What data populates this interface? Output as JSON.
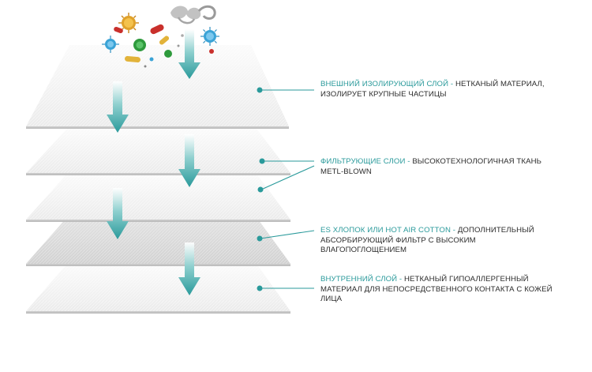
{
  "colors": {
    "accent": "#2a9a9b",
    "text": "#2b2b2b"
  },
  "layers": [
    {
      "term": "ВНЕШНИЙ ИЗОЛИРУЮЩИЙ СЛОЙ",
      "separator": " - ",
      "description": "НЕТКАНЫЙ МАТЕРИАЛ, ИЗОЛИРУЕТ КРУПНЫЕ ЧАСТИЦЫ"
    },
    {
      "term": "ФИЛЬТРУЮЩИЕ СЛОИ",
      "separator": " - ",
      "description": "ВЫСОКОТЕХНОЛОГИЧНАЯ ТКАНЬ METL-BLOWN"
    },
    {
      "term": "ES ХЛОПОК ИЛИ HOT AIR COTTON",
      "separator": " - ",
      "description": "ДОПОЛНИТЕЛЬНЫЙ АБСОРБИРУЮЩИЙ ФИЛЬТР С ВЫСОКИМ ВЛАГОПОГЛОЩЕНИЕМ"
    },
    {
      "term": "ВНУТРЕННИЙ СЛОЙ",
      "separator": " - ",
      "description": "НЕТКАНЫЙ ГИПОАЛЛЕРГЕННЫЙ МАТЕРИАЛ ДЛЯ НЕПОСРЕДСТВЕННОГО КОНТАКТА С КОЖЕЙ ЛИЦА"
    }
  ],
  "icons": [
    "bacteria-icon",
    "virus-icon",
    "dust-icon",
    "smoke-icon",
    "down-arrow-icon"
  ]
}
